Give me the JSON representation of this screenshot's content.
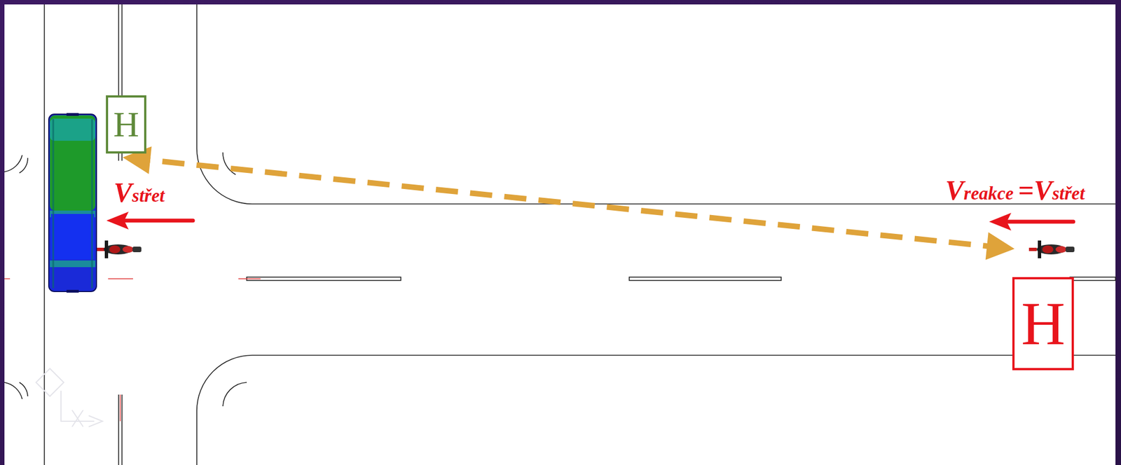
{
  "diagram": {
    "nodes": [
      {
        "text": [
          "H"
        ]
      },
      {
        "text": [
          "H"
        ]
      }
    ],
    "edges": [
      {
        "from": 0,
        "to": 1,
        "arrow": "both"
      }
    ],
    "labels": [
      "V",
      "střet",
      "V",
      "reakce",
      "=V",
      "střet"
    ]
  }
}
